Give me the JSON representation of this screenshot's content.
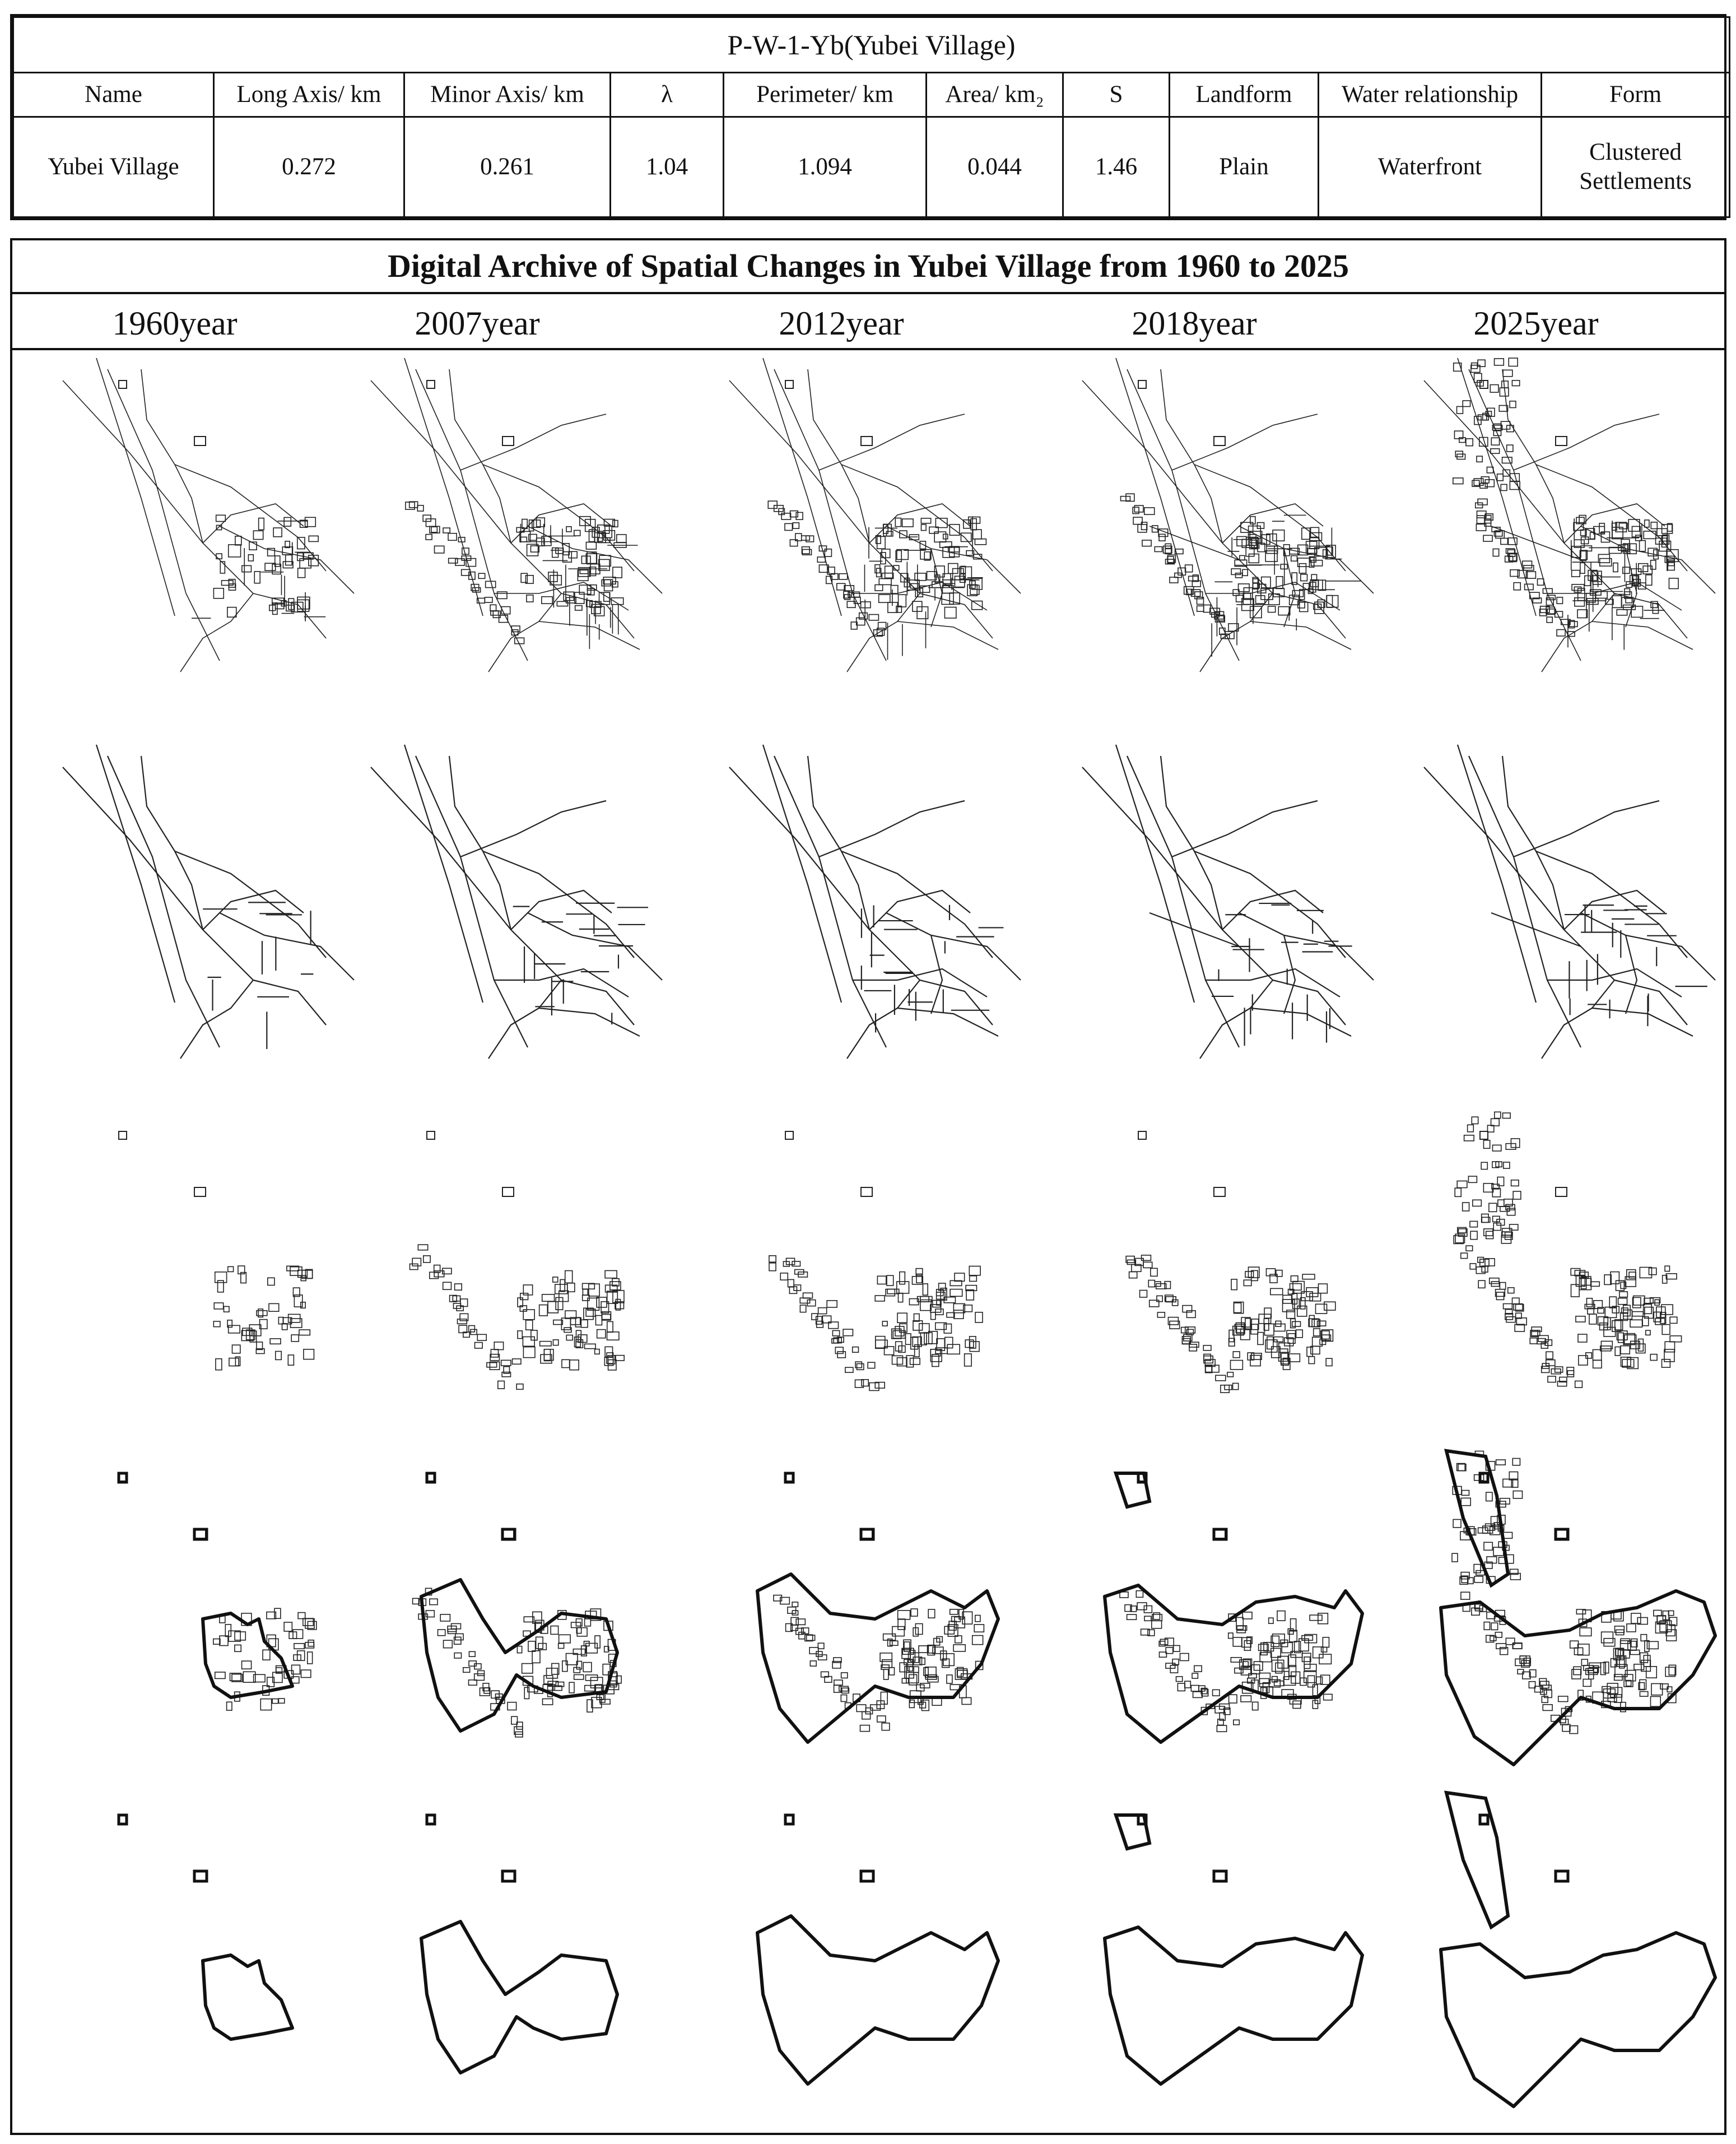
{
  "info_table": {
    "title": "P-W-1-Yb(Yubei Village)",
    "headers": [
      "Name",
      "Long Axis/ km",
      "Minor Axis/ km",
      "λ",
      "Perimeter/ km",
      "Area/ km₂",
      "S",
      "Landform",
      "Water relationship",
      "Form"
    ],
    "row": [
      "Yubei Village",
      "0.272",
      "0.261",
      "1.04",
      "1.094",
      "0.044",
      "1.46",
      "Plain",
      "Waterfront",
      "Clustered Settlements"
    ]
  },
  "archive": {
    "title": "Digital Archive of Spatial Changes in Yubei Village from 1960 to 2025",
    "years": [
      "1960year",
      "2007year",
      "2012year",
      "2018year",
      "2025year"
    ],
    "rows": [
      "composite-map",
      "road-network",
      "building-footprints",
      "built-area-boundary-with-buildings",
      "built-area-boundary-outline"
    ]
  }
}
